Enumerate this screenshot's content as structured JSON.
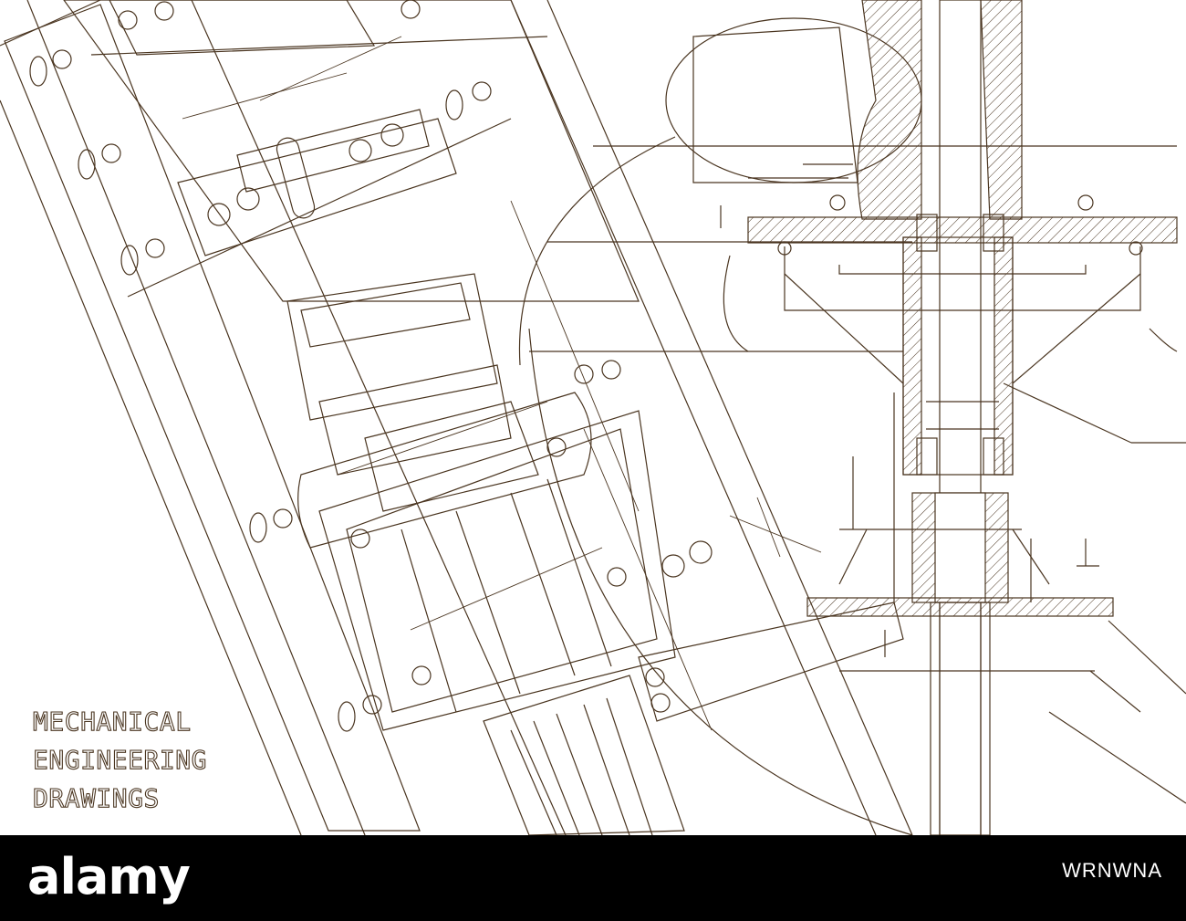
{
  "drawing": {
    "line_color": "#4a3520",
    "background_color": "#ffffff"
  },
  "headline": {
    "lines": [
      "MECHANICAL",
      "ENGINEERING",
      "DRAWINGS"
    ]
  },
  "watermark": {
    "brand": "alamy",
    "image_code": "WRNWNA",
    "background_color": "#000000"
  }
}
